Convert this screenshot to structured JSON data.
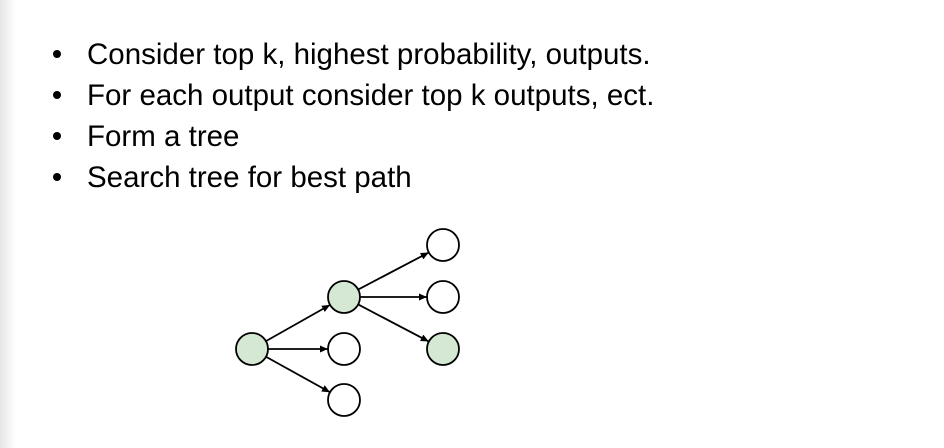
{
  "bullets": [
    "Consider top k, highest probability, outputs.",
    "For each output consider top k outputs, ect.",
    "Form a tree",
    "Search tree for best path"
  ],
  "tree": {
    "colors": {
      "selected_fill": "#d5e8d4",
      "unselected_fill": "#ffffff",
      "stroke": "#000000"
    },
    "nodes": [
      {
        "id": "root",
        "level": 0,
        "selected": true
      },
      {
        "id": "l1-top",
        "level": 1,
        "selected": true
      },
      {
        "id": "l1-mid",
        "level": 1,
        "selected": false
      },
      {
        "id": "l1-bot",
        "level": 1,
        "selected": false
      },
      {
        "id": "l2-top",
        "level": 2,
        "selected": false
      },
      {
        "id": "l2-mid",
        "level": 2,
        "selected": false
      },
      {
        "id": "l2-bot",
        "level": 2,
        "selected": true
      }
    ],
    "edges": [
      {
        "from": "root",
        "to": "l1-top"
      },
      {
        "from": "root",
        "to": "l1-mid"
      },
      {
        "from": "root",
        "to": "l1-bot"
      },
      {
        "from": "l1-top",
        "to": "l2-top"
      },
      {
        "from": "l1-top",
        "to": "l2-mid"
      },
      {
        "from": "l1-top",
        "to": "l2-bot"
      }
    ]
  }
}
